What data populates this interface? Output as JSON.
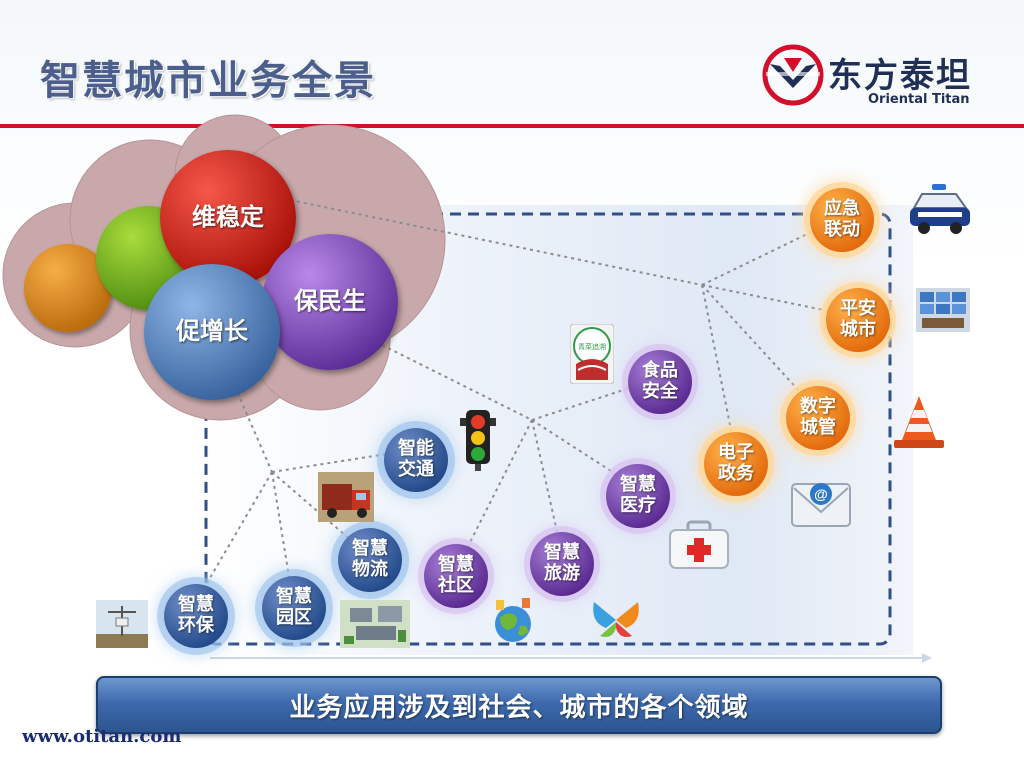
{
  "header": {
    "title": "智慧城市业务全景",
    "logo_cn": "东方泰坦",
    "logo_en": "Oriental Titan"
  },
  "core": {
    "stability": "维稳定",
    "growth": "促增长",
    "livelihood": "保民生"
  },
  "nodes": {
    "env_protect": "智慧环保",
    "park": "智慧园区",
    "logistics": "智慧物流",
    "traffic": "智能交通",
    "community": "智慧社区",
    "tourism": "智慧旅游",
    "medical": "智慧医疗",
    "food_safety": "食品安全",
    "e_gov": "电子政务",
    "city_mgmt": "数字城管",
    "safe_city": "平安城市",
    "emergency": "应急联动"
  },
  "icons": {
    "traffic_light": "traffic-light-icon",
    "truck": "truck-icon",
    "building": "building-icon",
    "globe": "globe-icon",
    "butterfly": "butterfly-icon",
    "medical_kit": "medical-kit-icon",
    "email": "email-icon",
    "traffic_cone": "traffic-cone-icon",
    "monitor_wall": "monitor-wall-icon",
    "police_car": "police-car-icon",
    "weather_station": "weather-station-icon",
    "green_food_badge": "green-food-badge-icon"
  },
  "badge_text": "青菜追溯",
  "banner": "业务应用涉及到社会、城市的各个领域",
  "footer": {
    "url": "www.otitan.com"
  },
  "colors": {
    "title": "#4c5f8c",
    "red_rule": "#d2102b",
    "blue_node": "#234a8a",
    "purple_node": "#5a2a91",
    "orange_node": "#e36a0c"
  }
}
